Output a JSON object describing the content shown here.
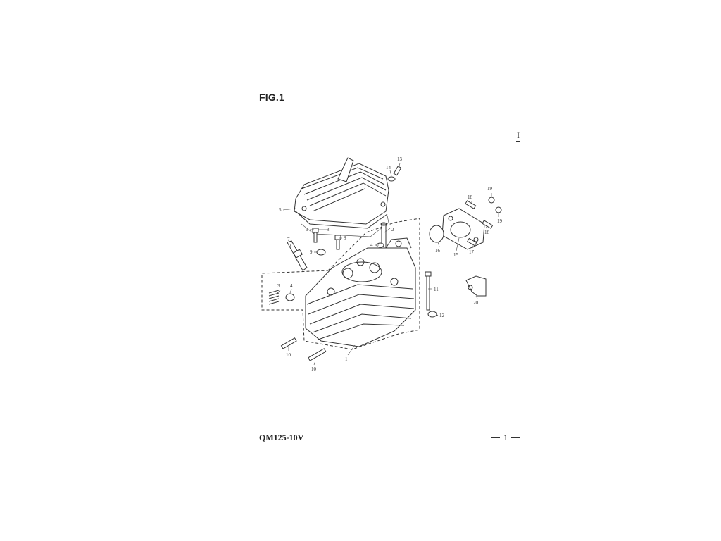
{
  "figure": {
    "title": "FIG.1"
  },
  "section_mark": "I",
  "footer": {
    "model": "QM125-10V",
    "page_number": "1"
  },
  "callouts": [
    {
      "id": "c1",
      "label": "1"
    },
    {
      "id": "c2",
      "label": "2"
    },
    {
      "id": "c3",
      "label": "3"
    },
    {
      "id": "c4a",
      "label": "4"
    },
    {
      "id": "c4b",
      "label": "4"
    },
    {
      "id": "c5",
      "label": "5"
    },
    {
      "id": "c6",
      "label": "6"
    },
    {
      "id": "c7",
      "label": "7"
    },
    {
      "id": "c8a",
      "label": "8"
    },
    {
      "id": "c8b",
      "label": "8"
    },
    {
      "id": "c9",
      "label": "9"
    },
    {
      "id": "c10a",
      "label": "10"
    },
    {
      "id": "c10b",
      "label": "10"
    },
    {
      "id": "c11",
      "label": "11"
    },
    {
      "id": "c12",
      "label": "12"
    },
    {
      "id": "c13",
      "label": "13"
    },
    {
      "id": "c14",
      "label": "14"
    },
    {
      "id": "c15",
      "label": "15"
    },
    {
      "id": "c16",
      "label": "16"
    },
    {
      "id": "c17",
      "label": "17"
    },
    {
      "id": "c18a",
      "label": "18"
    },
    {
      "id": "c18b",
      "label": "18"
    },
    {
      "id": "c19a",
      "label": "19"
    },
    {
      "id": "c19b",
      "label": "19"
    },
    {
      "id": "c20",
      "label": "20"
    }
  ]
}
